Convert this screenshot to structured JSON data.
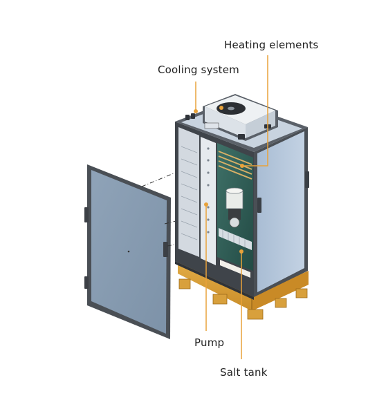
{
  "labels": {
    "heating": "Heating elements",
    "cooling": "Cooling system",
    "pump": "Pump",
    "salt_tank": "Salt tank"
  },
  "colors": {
    "leader": "#e8a23a",
    "panel": "#b7c8dc",
    "frame": "#4a4f55",
    "pallet": "#d9a13b",
    "interior": "#2e5d55"
  }
}
